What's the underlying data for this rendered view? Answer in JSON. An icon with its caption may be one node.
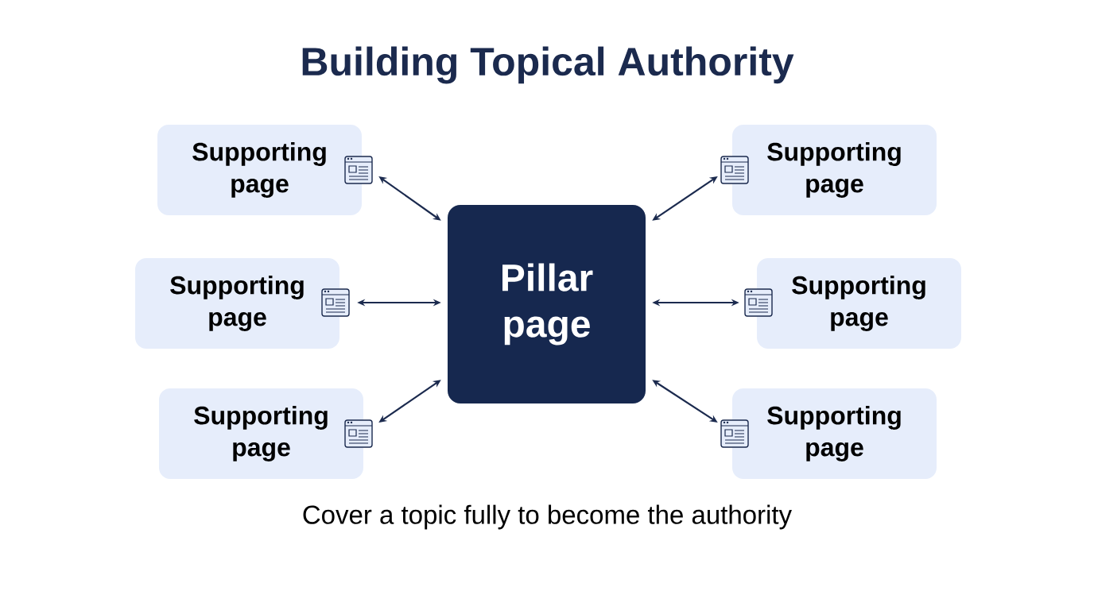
{
  "diagram": {
    "title": "Building Topical Authority",
    "caption": "Cover a topic fully to become the authority",
    "nodes": [
      {
        "text": [
          "Pillar page"
        ]
      },
      {
        "text": [
          "Supporting page"
        ]
      },
      {
        "text": [
          "Supporting page"
        ]
      },
      {
        "text": [
          "Supporting page"
        ]
      },
      {
        "text": [
          "Supporting page"
        ]
      },
      {
        "text": [
          "Supporting page"
        ]
      },
      {
        "text": [
          "Supporting page"
        ]
      }
    ],
    "edges": [
      {
        "from": 0,
        "to": 1,
        "arrow": "both"
      },
      {
        "from": 0,
        "to": 2,
        "arrow": "both"
      },
      {
        "from": 0,
        "to": 3,
        "arrow": "both"
      },
      {
        "from": 0,
        "to": 4,
        "arrow": "both"
      },
      {
        "from": 0,
        "to": 5,
        "arrow": "both"
      },
      {
        "from": 0,
        "to": 6,
        "arrow": "both"
      }
    ]
  }
}
